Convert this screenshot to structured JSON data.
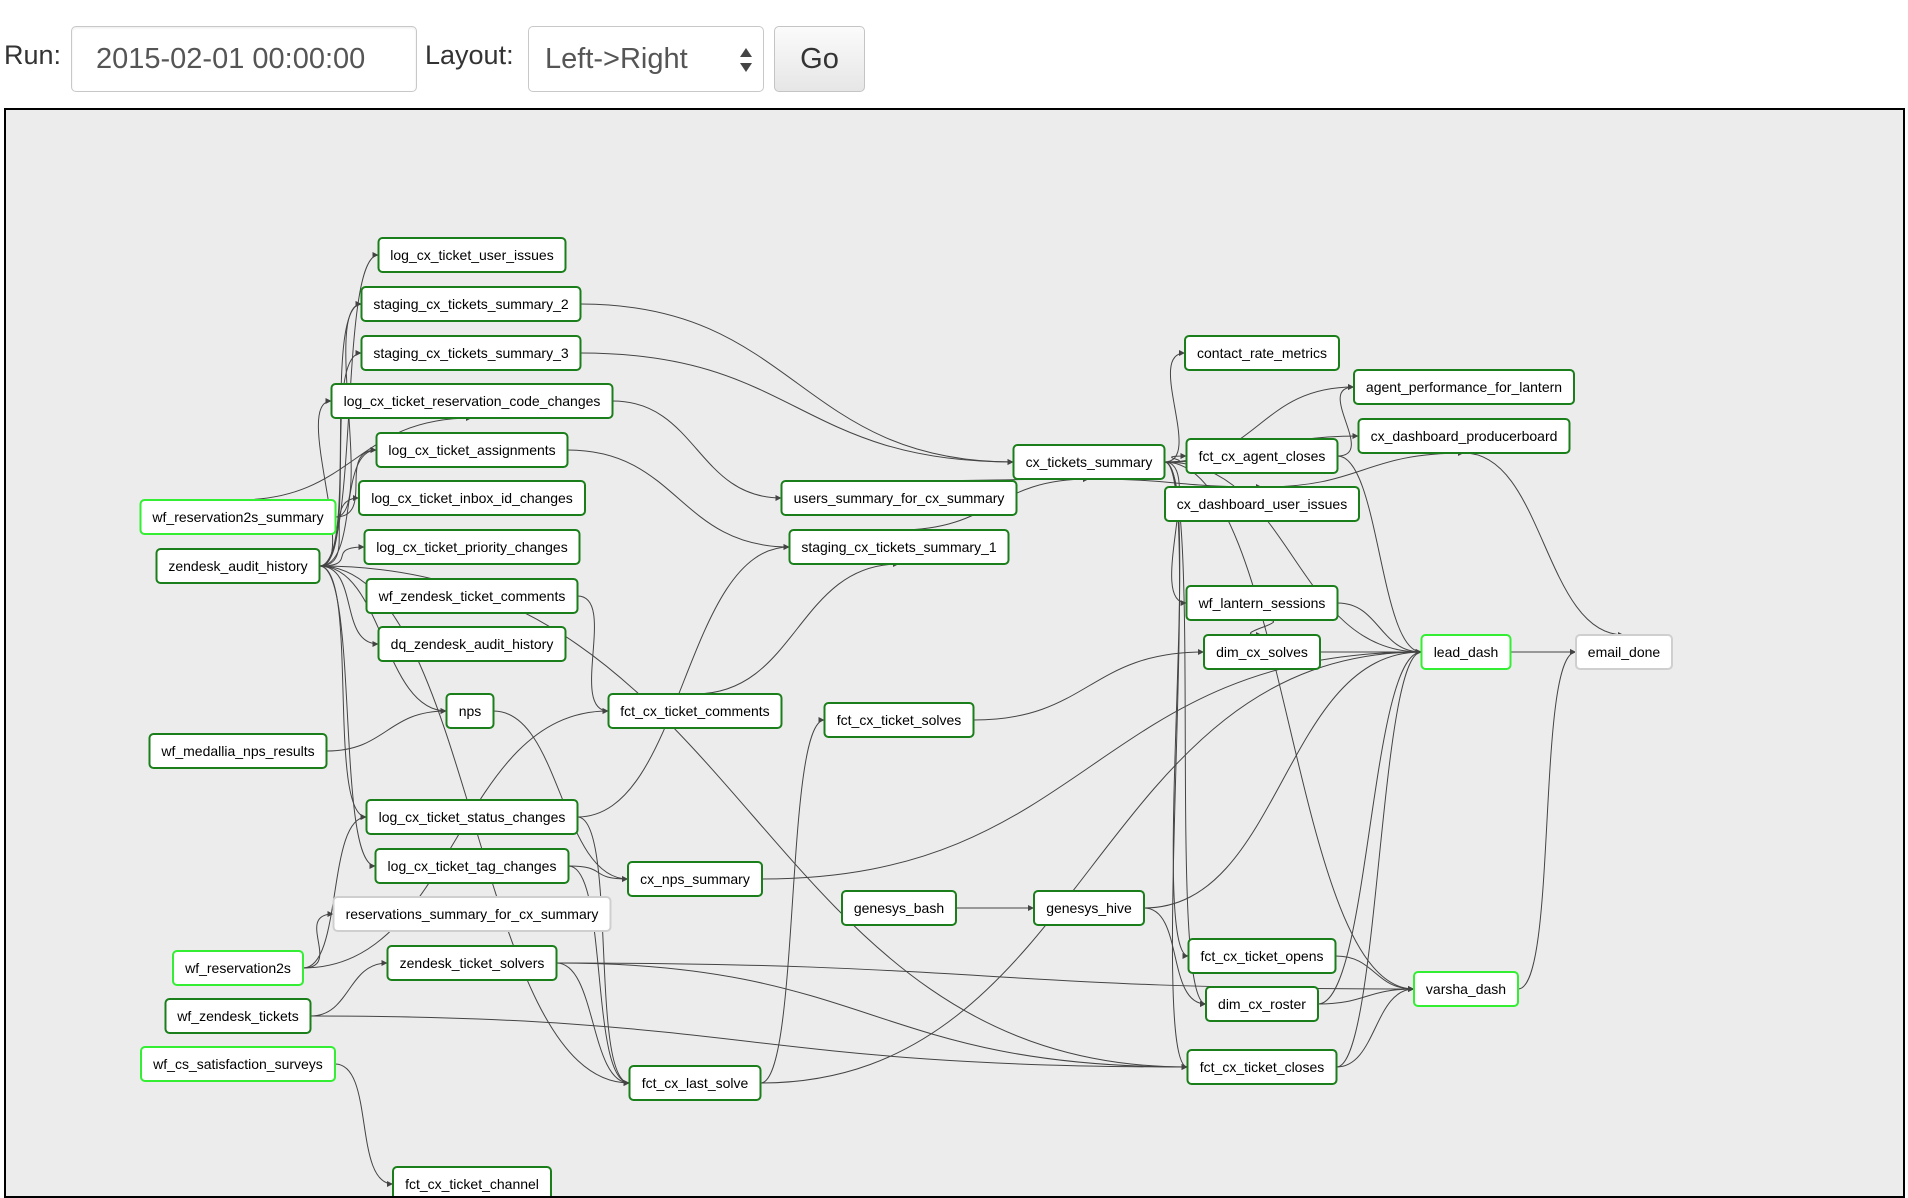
{
  "toolbar": {
    "run_label": "Run:",
    "run_value": "2015-02-01 00:00:00",
    "layout_label": "Layout:",
    "layout_value": "Left->Right",
    "go_label": "Go"
  },
  "colors": {
    "node_border_success": "#1a7f1a",
    "node_border_running": "#33ee33",
    "node_border_none": "#cfcfcf",
    "canvas_bg": "#ececec",
    "edge": "#444444"
  },
  "graph": {
    "nodes": [
      {
        "id": "log_cx_ticket_user_issues",
        "label": "log_cx_ticket_user_issues",
        "status": "success"
      },
      {
        "id": "staging_cx_tickets_summary_2",
        "label": "staging_cx_tickets_summary_2",
        "status": "success"
      },
      {
        "id": "staging_cx_tickets_summary_3",
        "label": "staging_cx_tickets_summary_3",
        "status": "success"
      },
      {
        "id": "log_cx_ticket_reservation_code_changes",
        "label": "log_cx_ticket_reservation_code_changes",
        "status": "success"
      },
      {
        "id": "log_cx_ticket_assignments",
        "label": "log_cx_ticket_assignments",
        "status": "success"
      },
      {
        "id": "log_cx_ticket_inbox_id_changes",
        "label": "log_cx_ticket_inbox_id_changes",
        "status": "success"
      },
      {
        "id": "wf_reservation2s_summary",
        "label": "wf_reservation2s_summary",
        "status": "running"
      },
      {
        "id": "log_cx_ticket_priority_changes",
        "label": "log_cx_ticket_priority_changes",
        "status": "success"
      },
      {
        "id": "zendesk_audit_history",
        "label": "zendesk_audit_history",
        "status": "success"
      },
      {
        "id": "wf_zendesk_ticket_comments",
        "label": "wf_zendesk_ticket_comments",
        "status": "success"
      },
      {
        "id": "dq_zendesk_audit_history",
        "label": "dq_zendesk_audit_history",
        "status": "success"
      },
      {
        "id": "nps",
        "label": "nps",
        "status": "success"
      },
      {
        "id": "fct_cx_ticket_comments",
        "label": "fct_cx_ticket_comments",
        "status": "success"
      },
      {
        "id": "wf_medallia_nps_results",
        "label": "wf_medallia_nps_results",
        "status": "success"
      },
      {
        "id": "log_cx_ticket_status_changes",
        "label": "log_cx_ticket_status_changes",
        "status": "success"
      },
      {
        "id": "log_cx_ticket_tag_changes",
        "label": "log_cx_ticket_tag_changes",
        "status": "success"
      },
      {
        "id": "reservations_summary_for_cx_summary",
        "label": "reservations_summary_for_cx_summary",
        "status": "none"
      },
      {
        "id": "wf_reservation2s",
        "label": "wf_reservation2s",
        "status": "running"
      },
      {
        "id": "zendesk_ticket_solvers",
        "label": "zendesk_ticket_solvers",
        "status": "success"
      },
      {
        "id": "wf_zendesk_tickets",
        "label": "wf_zendesk_tickets",
        "status": "success"
      },
      {
        "id": "wf_cs_satisfaction_surveys",
        "label": "wf_cs_satisfaction_surveys",
        "status": "running"
      },
      {
        "id": "fct_cx_last_solve",
        "label": "fct_cx_last_solve",
        "status": "success"
      },
      {
        "id": "fct_cx_ticket_channel",
        "label": "fct_cx_ticket_channel",
        "status": "success"
      },
      {
        "id": "users_summary_for_cx_summary",
        "label": "users_summary_for_cx_summary",
        "status": "success"
      },
      {
        "id": "staging_cx_tickets_summary_1",
        "label": "staging_cx_tickets_summary_1",
        "status": "success"
      },
      {
        "id": "fct_cx_ticket_solves",
        "label": "fct_cx_ticket_solves",
        "status": "success"
      },
      {
        "id": "cx_nps_summary",
        "label": "cx_nps_summary",
        "status": "success"
      },
      {
        "id": "genesys_bash",
        "label": "genesys_bash",
        "status": "success"
      },
      {
        "id": "genesys_hive",
        "label": "genesys_hive",
        "status": "success"
      },
      {
        "id": "cx_tickets_summary",
        "label": "cx_tickets_summary",
        "status": "success"
      },
      {
        "id": "contact_rate_metrics",
        "label": "contact_rate_metrics",
        "status": "success"
      },
      {
        "id": "fct_cx_agent_closes",
        "label": "fct_cx_agent_closes",
        "status": "success"
      },
      {
        "id": "cx_dashboard_user_issues",
        "label": "cx_dashboard_user_issues",
        "status": "success"
      },
      {
        "id": "wf_lantern_sessions",
        "label": "wf_lantern_sessions",
        "status": "success"
      },
      {
        "id": "dim_cx_solves",
        "label": "dim_cx_solves",
        "status": "success"
      },
      {
        "id": "fct_cx_ticket_opens",
        "label": "fct_cx_ticket_opens",
        "status": "success"
      },
      {
        "id": "dim_cx_roster",
        "label": "dim_cx_roster",
        "status": "success"
      },
      {
        "id": "fct_cx_ticket_closes",
        "label": "fct_cx_ticket_closes",
        "status": "success"
      },
      {
        "id": "agent_performance_for_lantern",
        "label": "agent_performance_for_lantern",
        "status": "success"
      },
      {
        "id": "cx_dashboard_producerboard",
        "label": "cx_dashboard_producerboard",
        "status": "success"
      },
      {
        "id": "lead_dash",
        "label": "lead_dash",
        "status": "running"
      },
      {
        "id": "varsha_dash",
        "label": "varsha_dash",
        "status": "running"
      },
      {
        "id": "email_done",
        "label": "email_done",
        "status": "none"
      }
    ],
    "edges": [
      [
        "zendesk_audit_history",
        "log_cx_ticket_user_issues"
      ],
      [
        "zendesk_audit_history",
        "staging_cx_tickets_summary_2"
      ],
      [
        "zendesk_audit_history",
        "staging_cx_tickets_summary_3"
      ],
      [
        "zendesk_audit_history",
        "log_cx_ticket_reservation_code_changes"
      ],
      [
        "zendesk_audit_history",
        "log_cx_ticket_assignments"
      ],
      [
        "zendesk_audit_history",
        "log_cx_ticket_inbox_id_changes"
      ],
      [
        "zendesk_audit_history",
        "log_cx_ticket_priority_changes"
      ],
      [
        "zendesk_audit_history",
        "dq_zendesk_audit_history"
      ],
      [
        "zendesk_audit_history",
        "nps"
      ],
      [
        "zendesk_audit_history",
        "log_cx_ticket_status_changes"
      ],
      [
        "zendesk_audit_history",
        "log_cx_ticket_tag_changes"
      ],
      [
        "zendesk_audit_history",
        "fct_cx_last_solve"
      ],
      [
        "zendesk_audit_history",
        "fct_cx_ticket_closes"
      ],
      [
        "wf_reservation2s_summary",
        "staging_cx_tickets_summary_2"
      ],
      [
        "wf_reservation2s_summary",
        "log_cx_ticket_reservation_code_changes"
      ],
      [
        "wf_reservation2s_summary",
        "log_cx_ticket_assignments"
      ],
      [
        "wf_medallia_nps_results",
        "nps"
      ],
      [
        "wf_zendesk_ticket_comments",
        "fct_cx_ticket_comments"
      ],
      [
        "wf_reservation2s",
        "reservations_summary_for_cx_summary"
      ],
      [
        "wf_reservation2s",
        "log_cx_ticket_status_changes"
      ],
      [
        "wf_reservation2s",
        "fct_cx_ticket_comments"
      ],
      [
        "wf_zendesk_tickets",
        "zendesk_ticket_solvers"
      ],
      [
        "wf_zendesk_tickets",
        "fct_cx_ticket_closes"
      ],
      [
        "wf_cs_satisfaction_surveys",
        "fct_cx_ticket_channel"
      ],
      [
        "nps",
        "cx_nps_summary"
      ],
      [
        "log_cx_ticket_status_changes",
        "staging_cx_tickets_summary_1"
      ],
      [
        "log_cx_ticket_status_changes",
        "fct_cx_last_solve"
      ],
      [
        "log_cx_ticket_tag_changes",
        "cx_nps_summary"
      ],
      [
        "log_cx_ticket_tag_changes",
        "fct_cx_last_solve"
      ],
      [
        "log_cx_ticket_reservation_code_changes",
        "users_summary_for_cx_summary"
      ],
      [
        "log_cx_ticket_assignments",
        "staging_cx_tickets_summary_1"
      ],
      [
        "staging_cx_tickets_summary_2",
        "cx_tickets_summary"
      ],
      [
        "staging_cx_tickets_summary_3",
        "cx_tickets_summary"
      ],
      [
        "fct_cx_ticket_comments",
        "staging_cx_tickets_summary_1"
      ],
      [
        "users_summary_for_cx_summary",
        "cx_tickets_summary"
      ],
      [
        "staging_cx_tickets_summary_1",
        "cx_tickets_summary"
      ],
      [
        "zendesk_ticket_solvers",
        "fct_cx_last_solve"
      ],
      [
        "zendesk_ticket_solvers",
        "fct_cx_ticket_closes"
      ],
      [
        "zendesk_ticket_solvers",
        "varsha_dash"
      ],
      [
        "fct_cx_last_solve",
        "fct_cx_ticket_solves"
      ],
      [
        "fct_cx_last_solve",
        "lead_dash"
      ],
      [
        "fct_cx_ticket_solves",
        "dim_cx_solves"
      ],
      [
        "cx_nps_summary",
        "lead_dash"
      ],
      [
        "genesys_bash",
        "genesys_hive"
      ],
      [
        "genesys_hive",
        "lead_dash"
      ],
      [
        "genesys_hive",
        "dim_cx_roster"
      ],
      [
        "cx_tickets_summary",
        "contact_rate_metrics"
      ],
      [
        "cx_tickets_summary",
        "agent_performance_for_lantern"
      ],
      [
        "cx_tickets_summary",
        "cx_dashboard_producerboard"
      ],
      [
        "cx_tickets_summary",
        "fct_cx_agent_closes"
      ],
      [
        "cx_tickets_summary",
        "cx_dashboard_user_issues"
      ],
      [
        "cx_tickets_summary",
        "wf_lantern_sessions"
      ],
      [
        "cx_tickets_summary",
        "lead_dash"
      ],
      [
        "cx_tickets_summary",
        "fct_cx_ticket_opens"
      ],
      [
        "cx_tickets_summary",
        "dim_cx_roster"
      ],
      [
        "cx_tickets_summary",
        "fct_cx_ticket_closes"
      ],
      [
        "cx_tickets_summary",
        "varsha_dash"
      ],
      [
        "fct_cx_agent_closes",
        "agent_performance_for_lantern"
      ],
      [
        "fct_cx_agent_closes",
        "lead_dash"
      ],
      [
        "cx_dashboard_user_issues",
        "cx_dashboard_producerboard"
      ],
      [
        "wf_lantern_sessions",
        "dim_cx_solves"
      ],
      [
        "wf_lantern_sessions",
        "lead_dash"
      ],
      [
        "dim_cx_solves",
        "lead_dash"
      ],
      [
        "fct_cx_ticket_opens",
        "varsha_dash"
      ],
      [
        "dim_cx_roster",
        "varsha_dash"
      ],
      [
        "dim_cx_roster",
        "lead_dash"
      ],
      [
        "fct_cx_ticket_closes",
        "varsha_dash"
      ],
      [
        "fct_cx_ticket_closes",
        "lead_dash"
      ],
      [
        "cx_dashboard_producerboard",
        "email_done"
      ],
      [
        "lead_dash",
        "email_done"
      ],
      [
        "varsha_dash",
        "email_done"
      ]
    ]
  }
}
